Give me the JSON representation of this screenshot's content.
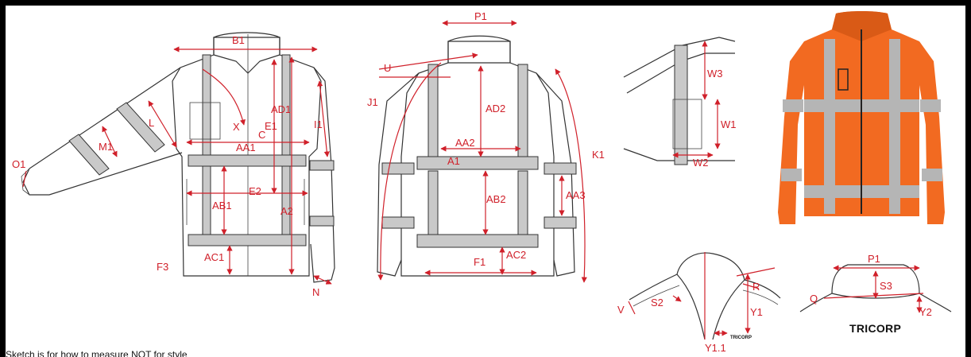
{
  "labels": {
    "B1": "B1",
    "O1": "O1",
    "L": "L",
    "M1": "M1",
    "X": "X",
    "C": "C",
    "AD1": "AD1",
    "E1": "E1",
    "I1": "I1",
    "AA1": "AA1",
    "E2": "E2",
    "AB1": "AB1",
    "A2": "A2",
    "AC1": "AC1",
    "F3": "F3",
    "N": "N",
    "P1": "P1",
    "U": "U",
    "J1": "J1",
    "AD2": "AD2",
    "AA2": "AA2",
    "A1": "A1",
    "AB2": "AB2",
    "AA3": "AA3",
    "K1": "K1",
    "F1": "F1",
    "AC2": "AC2",
    "W3": "W3",
    "W1": "W1",
    "W2": "W2",
    "V": "V",
    "S2": "S2",
    "R": "R",
    "Y1": "Y1",
    "Y1_1": "Y1.1",
    "P1b": "P1",
    "S3": "S3",
    "Q": "Q",
    "Y2": "Y2"
  },
  "brand": {
    "logo_large": "TRICORP",
    "logo_small": "TRICORP"
  },
  "caption": "Sketch is for how to measure NOT for style",
  "colors": {
    "measure": "#d0202a",
    "jacket_orange": "#f26a21",
    "reflective": "#c9c9c9",
    "frame": "#000000"
  }
}
